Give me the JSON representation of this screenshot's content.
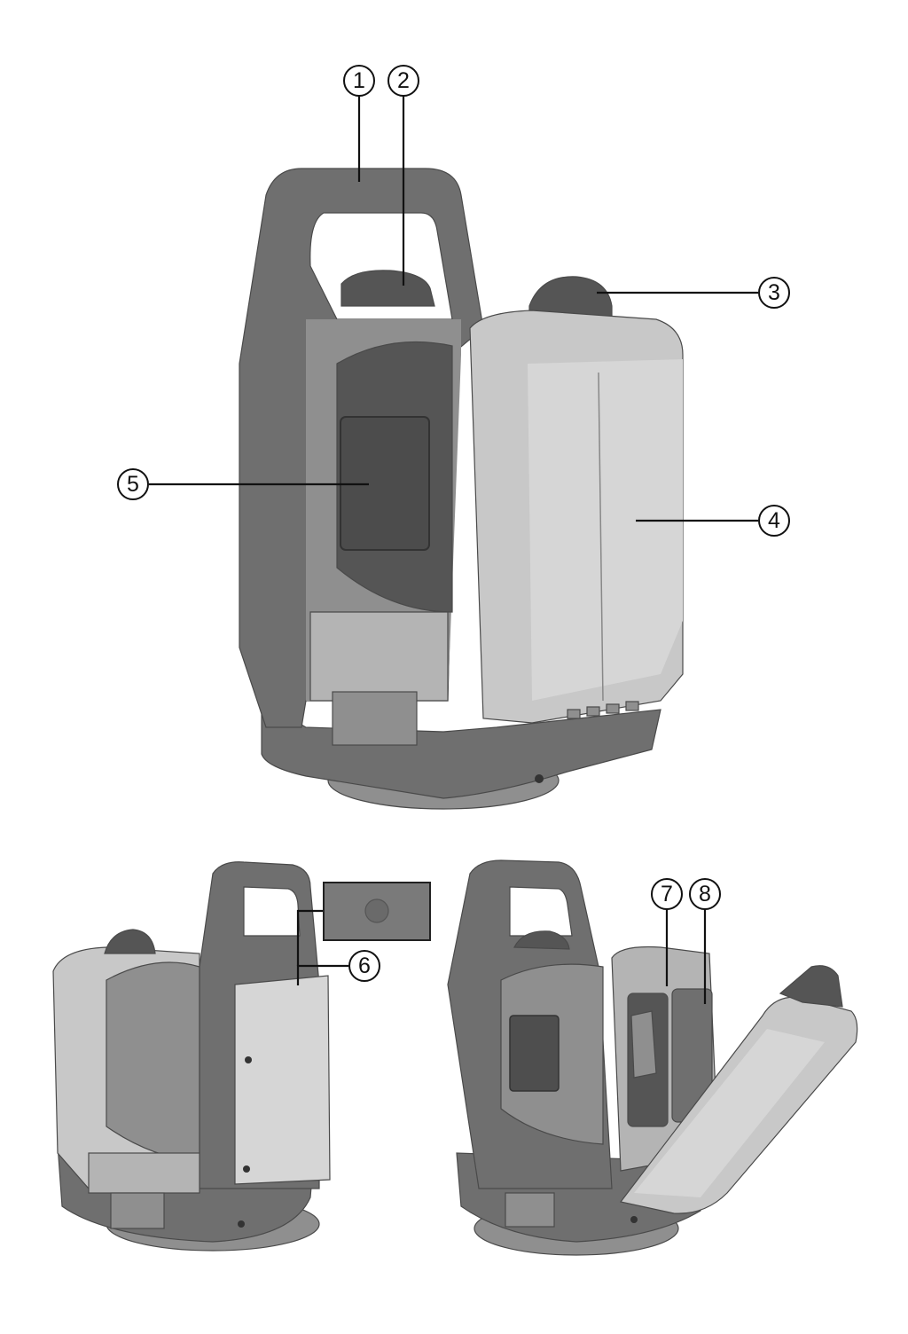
{
  "callouts": [
    {
      "id": "callout-1",
      "number": "1"
    },
    {
      "id": "callout-2",
      "number": "2"
    },
    {
      "id": "callout-3",
      "number": "3"
    },
    {
      "id": "callout-4",
      "number": "4"
    },
    {
      "id": "callout-5",
      "number": "5"
    },
    {
      "id": "callout-6",
      "number": "6"
    },
    {
      "id": "callout-7",
      "number": "7"
    },
    {
      "id": "callout-8",
      "number": "8"
    }
  ],
  "colors": {
    "background": "#ffffff",
    "housing_dark": "#6f6f6f",
    "housing_light": "#c8c8c8",
    "line": "#111111"
  }
}
